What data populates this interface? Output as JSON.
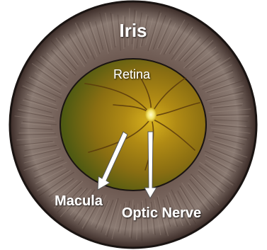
{
  "labels": {
    "iris": "Iris",
    "retina": "Retina",
    "macula": "Macula",
    "optic_nerve": "Optic Nerve"
  },
  "colors": {
    "iris_dark": "#3a2a26",
    "iris_mid": "#6e5a52",
    "iris_light": "#9a8a80",
    "retina_center": "#c7a41c",
    "retina_mid": "#9a7a10",
    "retina_edge": "#4e5a12",
    "vessel": "#5a3a0c",
    "disc": "#f2e36a",
    "label_text": "#ffffff",
    "arrow_fill": "#ffffff",
    "arrow_stroke": "#555555",
    "ring_stroke": "#1a1412"
  }
}
